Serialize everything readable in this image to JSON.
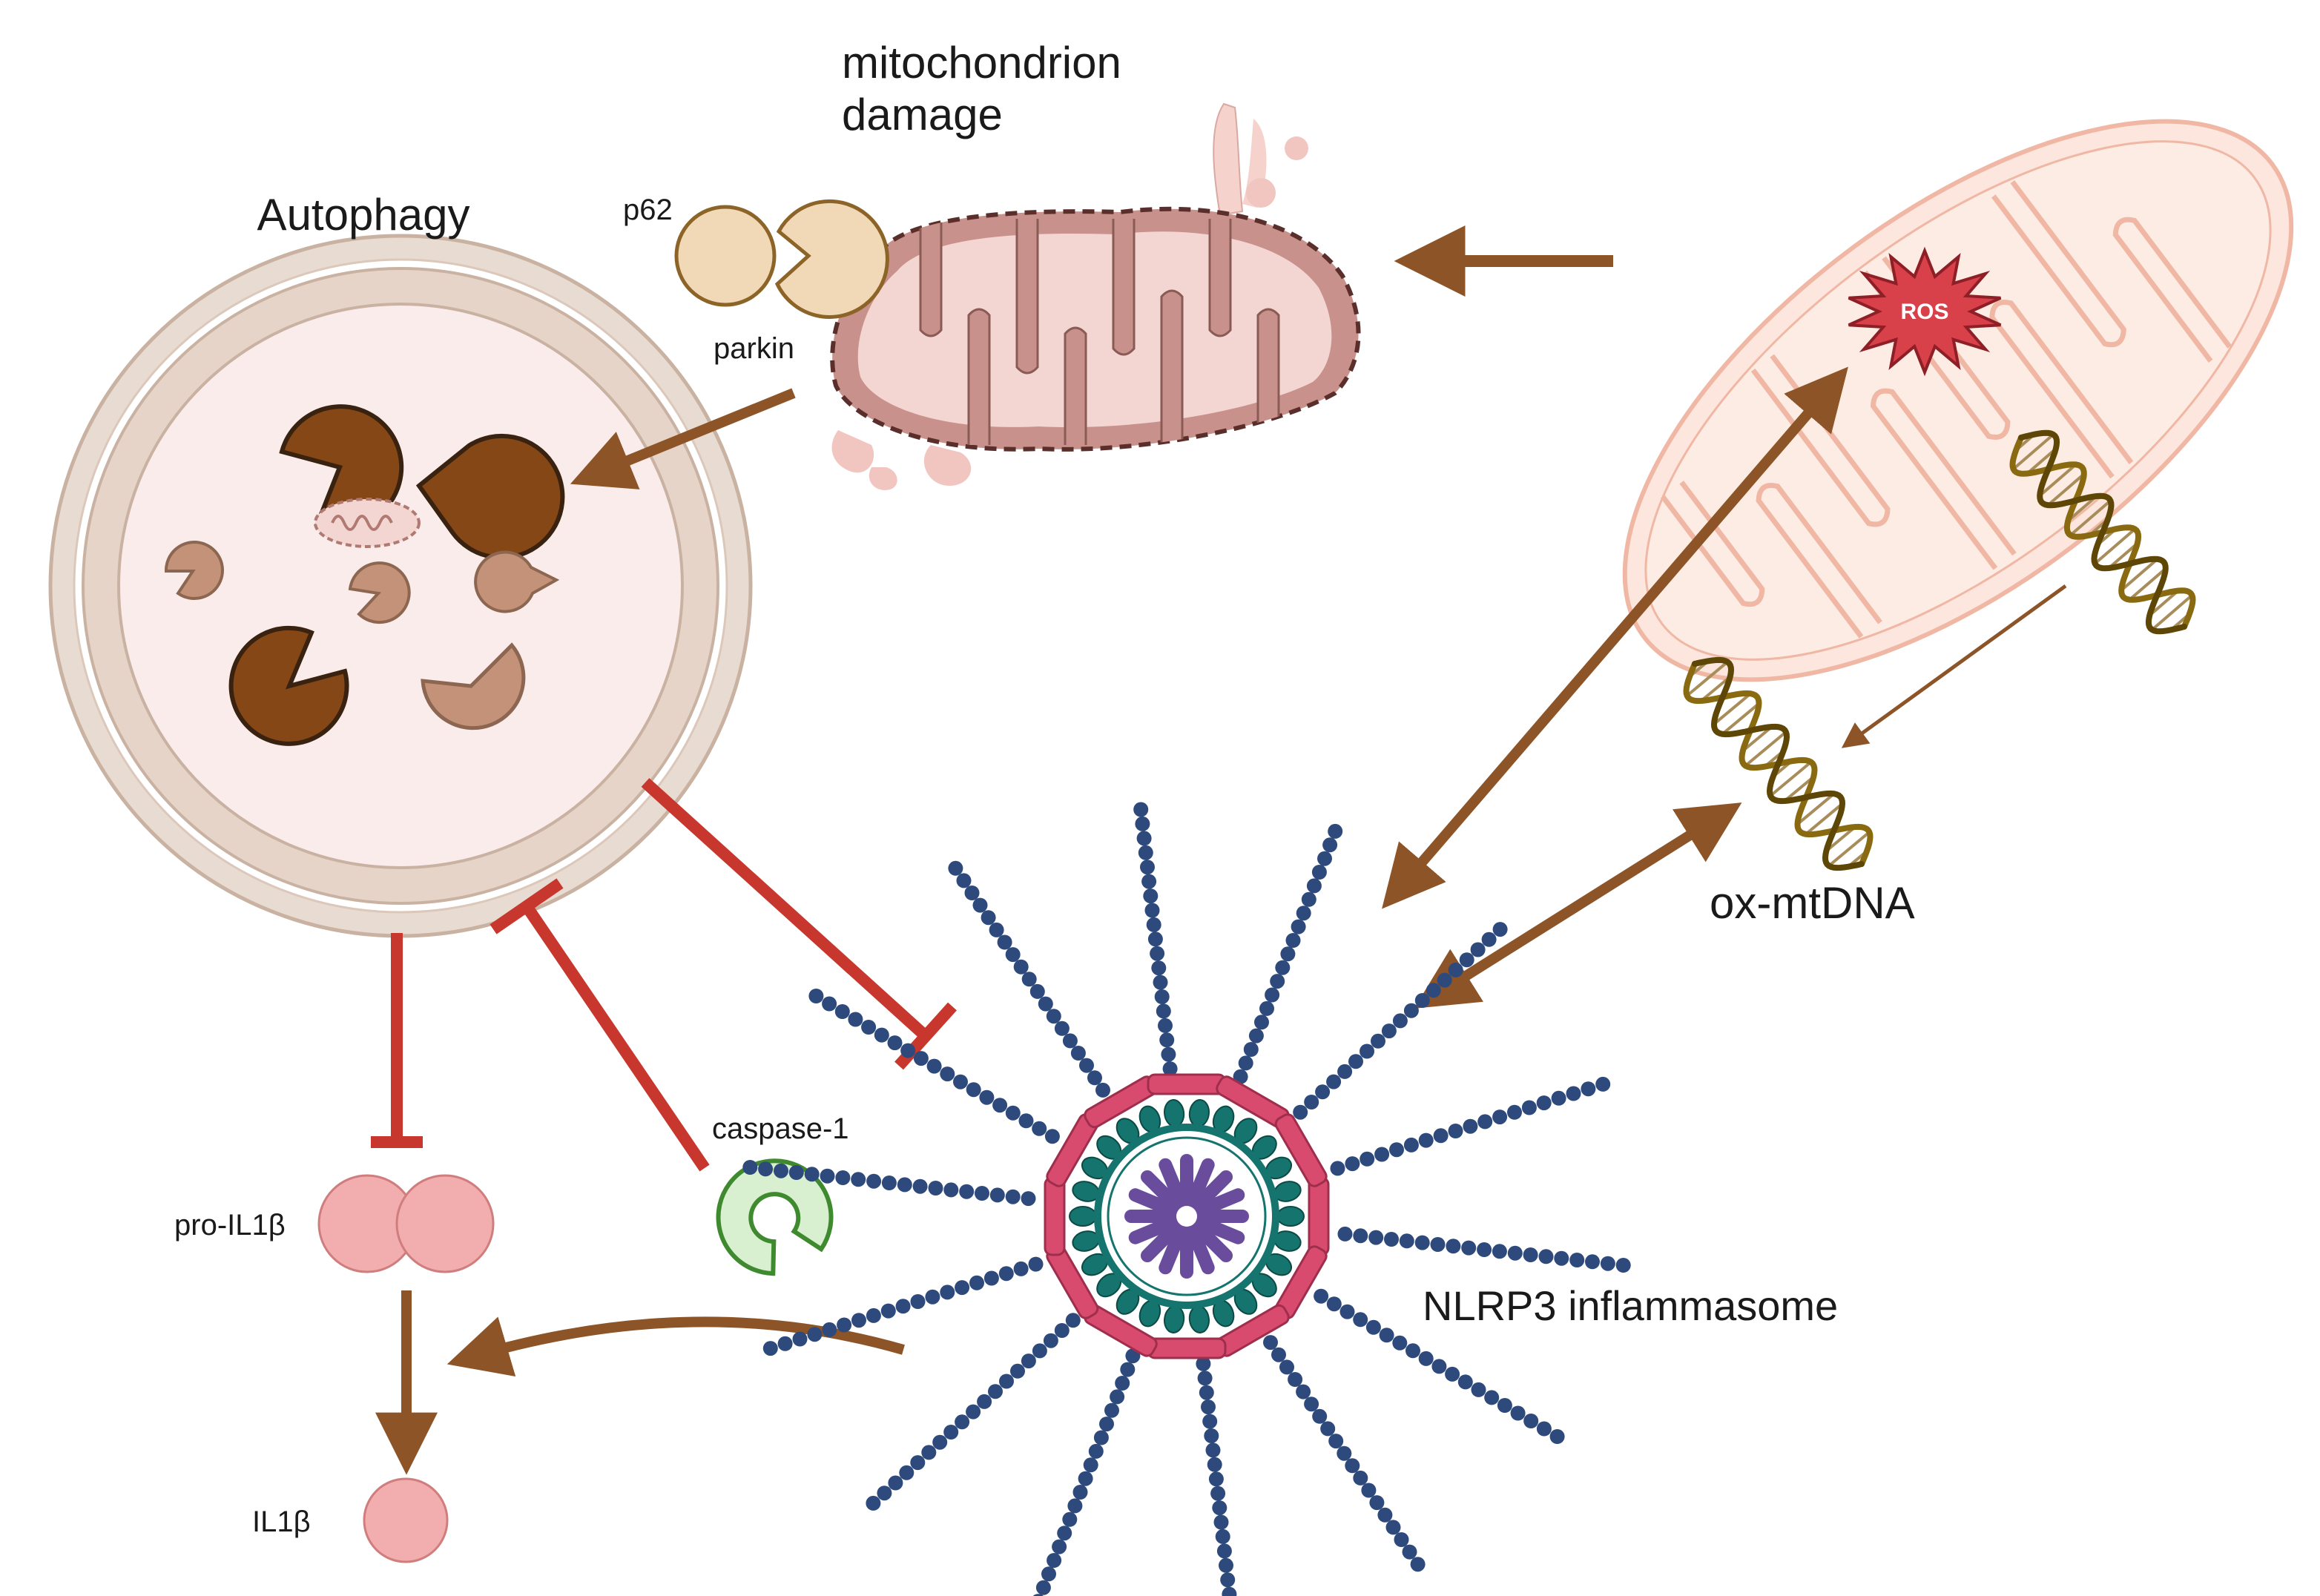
{
  "labels": {
    "mito_damage_line1": "mitochondrion",
    "mito_damage_line2": "damage",
    "autophagy": "Autophagy",
    "p62": "p62",
    "parkin": "parkin",
    "ros": "ROS",
    "ox_mtdna": "ox-mtDNA",
    "caspase1": "caspase-1",
    "pro_il1b": "pro-IL1β",
    "il1b": "IL1β",
    "nlrp3": "NLRP3 inflammasome"
  },
  "colors": {
    "activation_arrow": "#8c5427",
    "inhibition": "#c8372d",
    "mito_outer": "#f0b7a4",
    "mito_fill": "#fdece4",
    "damaged_mito": "#c9918b",
    "ros": "#d8404a",
    "dna": "#8a6a10",
    "autophagy_ring": "#e2d2c6",
    "autophagy_inner": "#fbecec",
    "lysosome_dark": "#864716",
    "lysosome_light": "#c39278",
    "il1b": "#f2aeae",
    "caspase": "#3f8a2f",
    "inflammasome_beads": "#2e4a7c",
    "inflammasome_pink": "#d84b6e",
    "inflammasome_teal": "#16746e",
    "inflammasome_core": "#6a4c9c"
  }
}
